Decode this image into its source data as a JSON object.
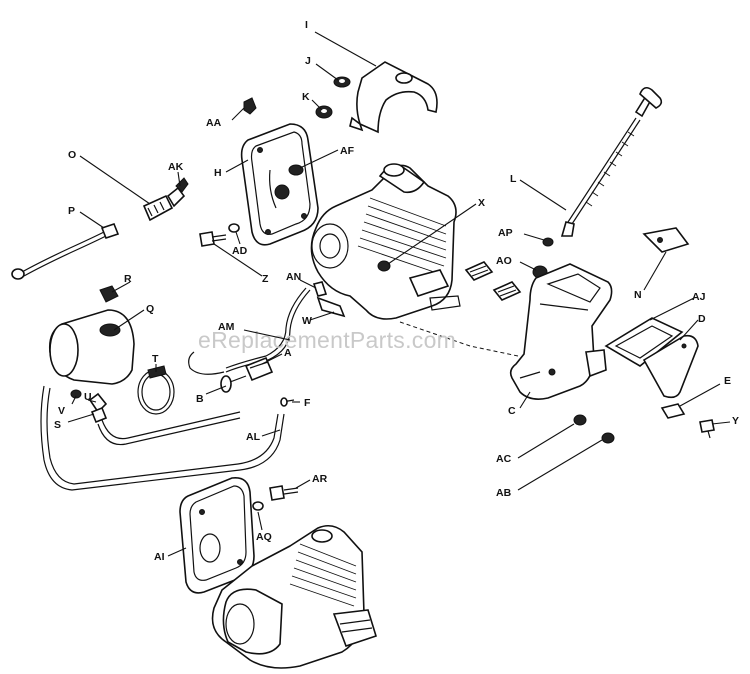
{
  "watermark": "eReplacementParts.com",
  "callouts": {
    "I": "I",
    "J": "J",
    "K": "K",
    "AA": "AA",
    "AF": "AF",
    "H": "H",
    "O": "O",
    "AK": "AK",
    "P": "P",
    "AD": "AD",
    "Z": "Z",
    "X": "X",
    "L": "L",
    "AP": "AP",
    "AO": "AO",
    "N": "N",
    "AJ": "AJ",
    "D": "D",
    "R": "R",
    "Q": "Q",
    "AN": "AN",
    "W": "W",
    "AM": "AM",
    "T": "T",
    "A": "A",
    "V": "V",
    "U": "U",
    "S": "S",
    "B": "B",
    "F": "F",
    "C": "C",
    "E": "E",
    "Y": "Y",
    "AC": "AC",
    "AB": "AB",
    "AL": "AL",
    "AR": "AR",
    "AQ": "AQ",
    "AI": "AI"
  }
}
